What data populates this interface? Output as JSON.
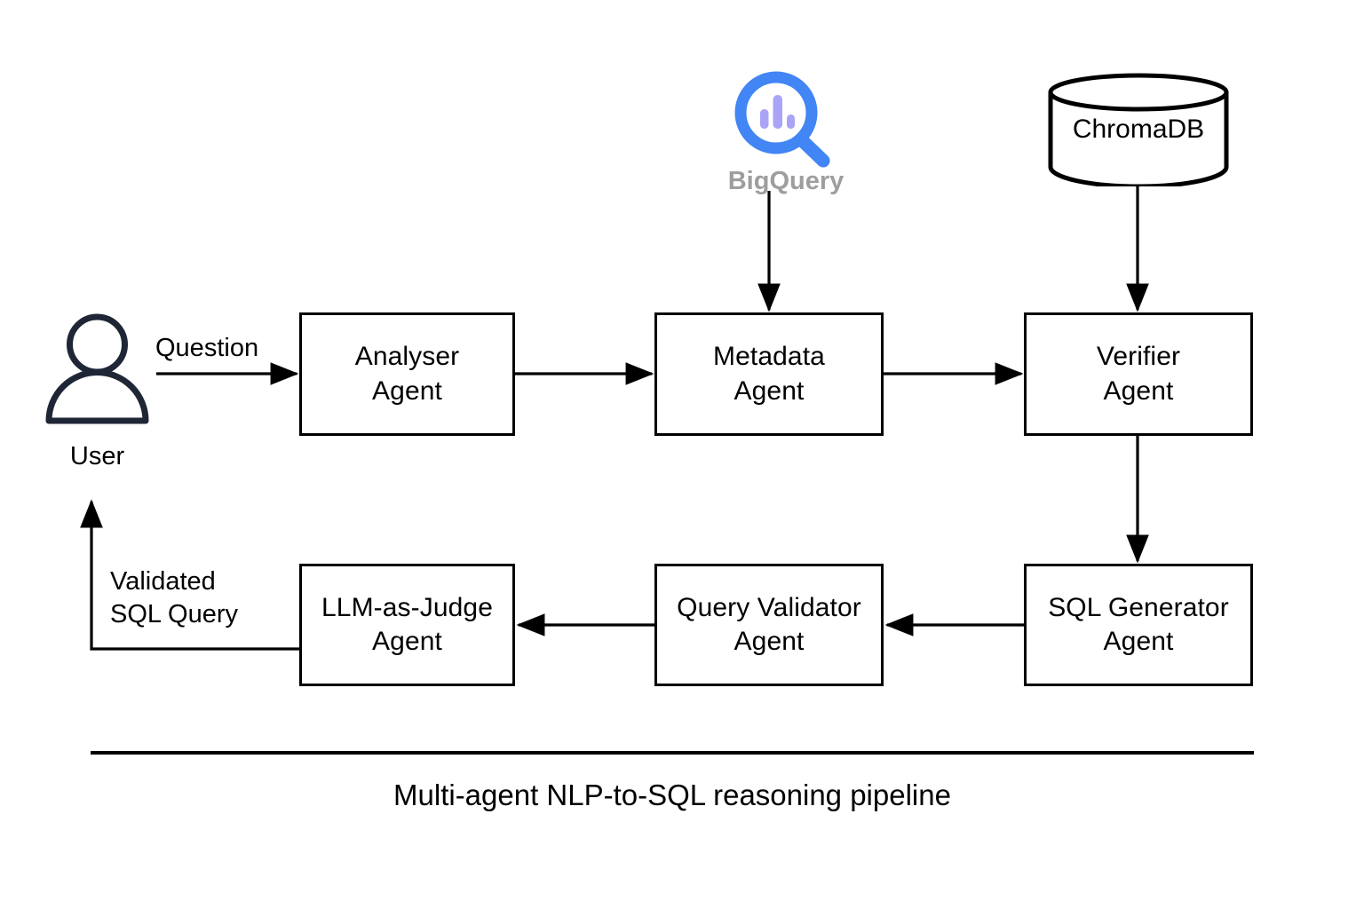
{
  "diagram": {
    "caption": "Multi-agent NLP-to-SQL reasoning pipeline",
    "background": "#ffffff",
    "stroke_color": "#000000",
    "actor_color": "#1f2636",
    "bigquery_blue": "#4285f4",
    "bigquery_bar": "#aaa4f7",
    "bigquery_text_gray": "#9e9e9e"
  },
  "actor": {
    "name": "user-actor",
    "label": "User"
  },
  "datasources": {
    "bigquery": {
      "label": "BigQuery",
      "icon": "bigquery-magnifier-icon"
    },
    "chromadb": {
      "label": "ChromaDB",
      "icon": "database-cylinder-icon"
    }
  },
  "nodes": [
    {
      "id": "analyser-agent",
      "lines": [
        "Analyser",
        "Agent"
      ]
    },
    {
      "id": "metadata-agent",
      "lines": [
        "Metadata",
        "Agent"
      ]
    },
    {
      "id": "verifier-agent",
      "lines": [
        "Verifier",
        "Agent"
      ]
    },
    {
      "id": "sql-generator-agent",
      "lines": [
        "SQL Generator",
        "Agent"
      ]
    },
    {
      "id": "query-validator-agent",
      "lines": [
        "Query Validator",
        "Agent"
      ]
    },
    {
      "id": "llm-as-judge-agent",
      "lines": [
        "LLM-as-Judge",
        "Agent"
      ]
    }
  ],
  "edge_labels": {
    "question": "Question",
    "validated_line1": "Validated",
    "validated_line2": "SQL Query"
  },
  "flow": [
    {
      "from": "user-actor",
      "to": "analyser-agent",
      "label": "Question"
    },
    {
      "from": "analyser-agent",
      "to": "metadata-agent",
      "label": ""
    },
    {
      "from": "bigquery",
      "to": "metadata-agent",
      "label": ""
    },
    {
      "from": "metadata-agent",
      "to": "verifier-agent",
      "label": ""
    },
    {
      "from": "chromadb",
      "to": "verifier-agent",
      "label": ""
    },
    {
      "from": "verifier-agent",
      "to": "sql-generator-agent",
      "label": ""
    },
    {
      "from": "sql-generator-agent",
      "to": "query-validator-agent",
      "label": ""
    },
    {
      "from": "query-validator-agent",
      "to": "llm-as-judge-agent",
      "label": ""
    },
    {
      "from": "llm-as-judge-agent",
      "to": "user-actor",
      "label": "Validated SQL Query"
    }
  ]
}
